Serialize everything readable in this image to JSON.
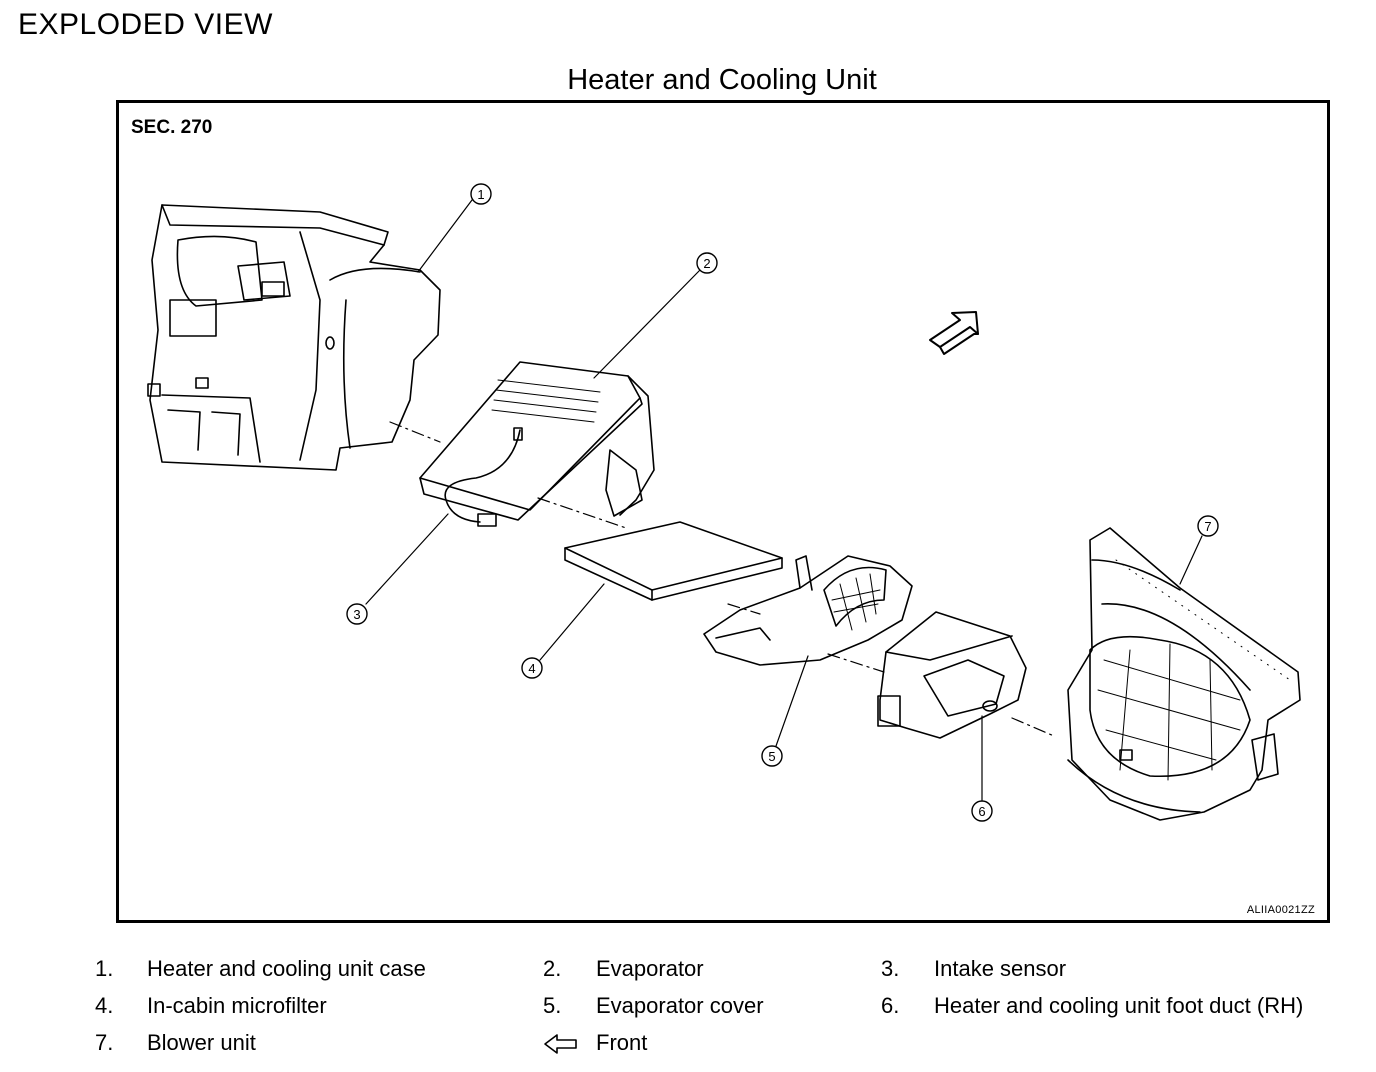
{
  "page_heading": "EXPLODED VIEW",
  "diagram": {
    "title": "Heater and Cooling Unit",
    "section": "SEC. 270",
    "image_code": "ALIIA0021ZZ",
    "callouts": [
      "1",
      "2",
      "3",
      "4",
      "5",
      "6",
      "7"
    ]
  },
  "legend": [
    {
      "num": "1.",
      "label": "Heater and cooling unit case"
    },
    {
      "num": "2.",
      "label": "Evaporator"
    },
    {
      "num": "3.",
      "label": "Intake sensor"
    },
    {
      "num": "4.",
      "label": "In-cabin microfilter"
    },
    {
      "num": "5.",
      "label": "Evaporator cover"
    },
    {
      "num": "6.",
      "label": "Heater and cooling unit foot duct (RH)"
    },
    {
      "num": "7.",
      "label": "Blower unit"
    },
    {
      "num": "",
      "label": "Front",
      "icon": "front-arrow-icon"
    }
  ]
}
